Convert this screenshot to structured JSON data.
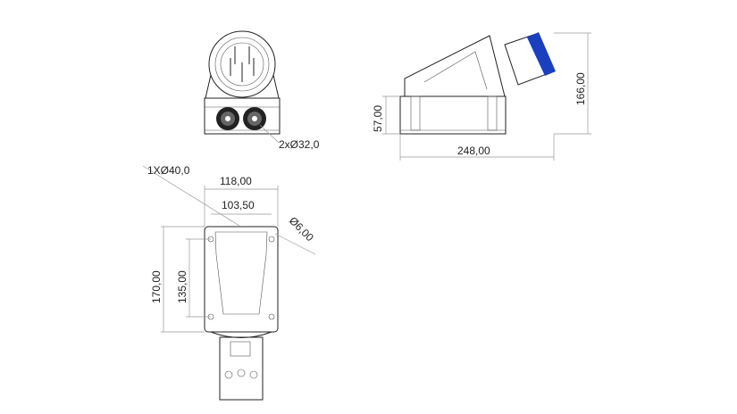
{
  "front_view": {
    "gland_label": "2xØ32,0"
  },
  "side_view": {
    "base_height": "57,00",
    "total_height": "166,00",
    "total_length": "248,00"
  },
  "top_view": {
    "entry_label": "1XØ40,0",
    "outer_width": "118,00",
    "hole_spacing_width": "103,50",
    "hole_diameter": "Ø6,00",
    "total_height": "170,00",
    "hole_spacing_height": "135,00"
  },
  "colors": {
    "line": "#222222",
    "dimension": "#999999",
    "accent": "#1a3fbf"
  }
}
